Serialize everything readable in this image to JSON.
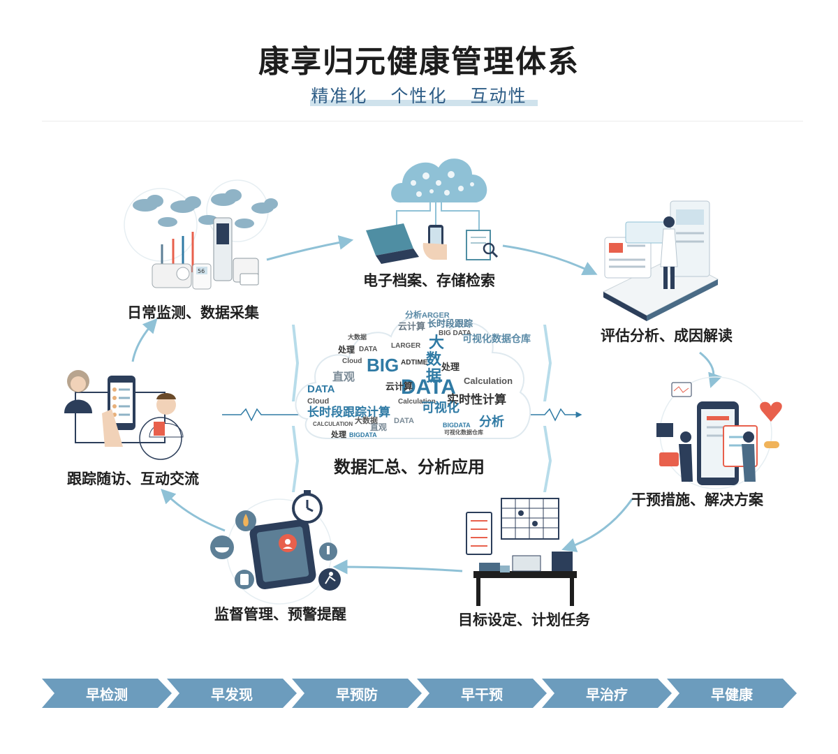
{
  "title": "康享归元健康管理体系",
  "subtitle": [
    "精准化",
    "个性化",
    "互动性"
  ],
  "center": {
    "label": "数据汇总、分析应用",
    "cloud_words": [
      "分析",
      "ARGER",
      "云计算",
      "长时段跟踪",
      "大数据",
      "BIG DATA",
      "大",
      "数",
      "据",
      "处理",
      "DATA",
      "Cloud",
      "LARGER",
      "BIG",
      "ADTIME",
      "可视化数据仓库",
      "直观",
      "Calculation",
      "实时性计算",
      "长时段跟踪计算",
      "可视化",
      "分析",
      "BIGDATA",
      "CALCULATION"
    ]
  },
  "nodes": [
    {
      "id": "daily-monitoring",
      "label": "日常监测、数据采集"
    },
    {
      "id": "e-records",
      "label": "电子档案、存储检索"
    },
    {
      "id": "assessment",
      "label": "评估分析、成因解读"
    },
    {
      "id": "intervention",
      "label": "干预措施、解决方案"
    },
    {
      "id": "goal-setting",
      "label": "目标设定、计划任务"
    },
    {
      "id": "supervision",
      "label": "监督管理、预警提醒"
    },
    {
      "id": "follow-up",
      "label": "跟踪随访、互动交流"
    }
  ],
  "phone_screen_text": "56",
  "steps": [
    "早检测",
    "早发现",
    "早预防",
    "早干预",
    "早治疗",
    "早健康"
  ],
  "colors": {
    "accent_blue": "#2d5c86",
    "arrow_blue": "#8fc1d6",
    "step_blue": "#6c9cbd",
    "cloud_teal": "#4f8ea3",
    "doctor_navy": "#2c3e5a",
    "alert_red": "#e8604c"
  }
}
